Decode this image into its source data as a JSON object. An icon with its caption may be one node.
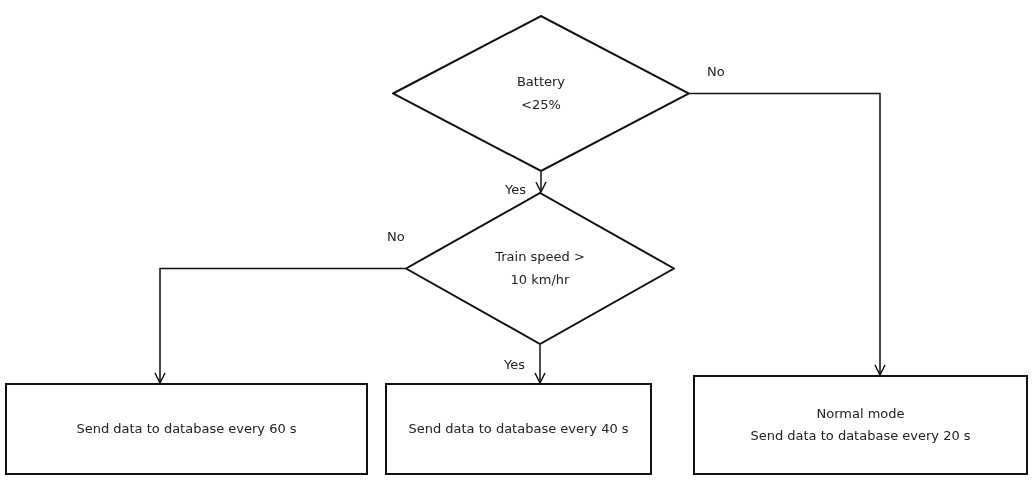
{
  "diagram": {
    "nodes": [
      {
        "text": [
          "Battery <25%"
        ]
      },
      {
        "text": [
          "Train speed > 10 km/hr"
        ]
      },
      {
        "text": [
          "Send data to database every 60 s"
        ]
      },
      {
        "text": [
          "Send data to database every 40 s"
        ]
      },
      {
        "text": [
          "Normal mode",
          "Send data to database every 20 s"
        ]
      }
    ],
    "edges": [
      {
        "from": 0,
        "to": 1,
        "arrow": "to",
        "label": "Yes"
      },
      {
        "from": 0,
        "to": 4,
        "arrow": "to",
        "label": "No"
      },
      {
        "from": 1,
        "to": 2,
        "arrow": "to",
        "label": "No"
      },
      {
        "from": 1,
        "to": 3,
        "arrow": "to",
        "label": "Yes"
      }
    ]
  }
}
